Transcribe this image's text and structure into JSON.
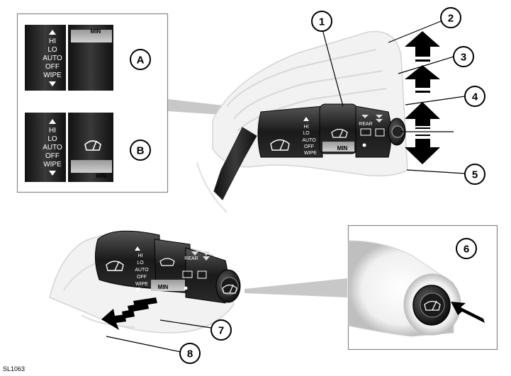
{
  "reference": "SL1063",
  "inset_a": {
    "label": "A",
    "positions": [
      "HI",
      "LO",
      "AUTO",
      "OFF",
      "WIPE"
    ],
    "min_label": "MIN"
  },
  "inset_b": {
    "label": "B",
    "positions": [
      "HI",
      "LO",
      "AUTO",
      "OFF",
      "WIPE"
    ],
    "min_label": "MIN"
  },
  "main_stalk": {
    "positions": [
      "HI",
      "LO",
      "AUTO",
      "OFF",
      "WIPE"
    ],
    "min_label": "MIN",
    "rear_label": "REAR"
  },
  "lower_stalk": {
    "positions": [
      "HI",
      "LO",
      "AUTO",
      "OFF",
      "WIPE"
    ],
    "min_label": "MIN",
    "rear_label": "REAR"
  },
  "callouts": [
    "1",
    "2",
    "3",
    "4",
    "5",
    "6",
    "7",
    "8"
  ],
  "icons": [
    "arrow-up-icon",
    "arrow-down-icon",
    "wiper-icon",
    "rear-wiper-icon",
    "washer-icon",
    "push-arrow-icon",
    "pull-arrow-icon"
  ]
}
